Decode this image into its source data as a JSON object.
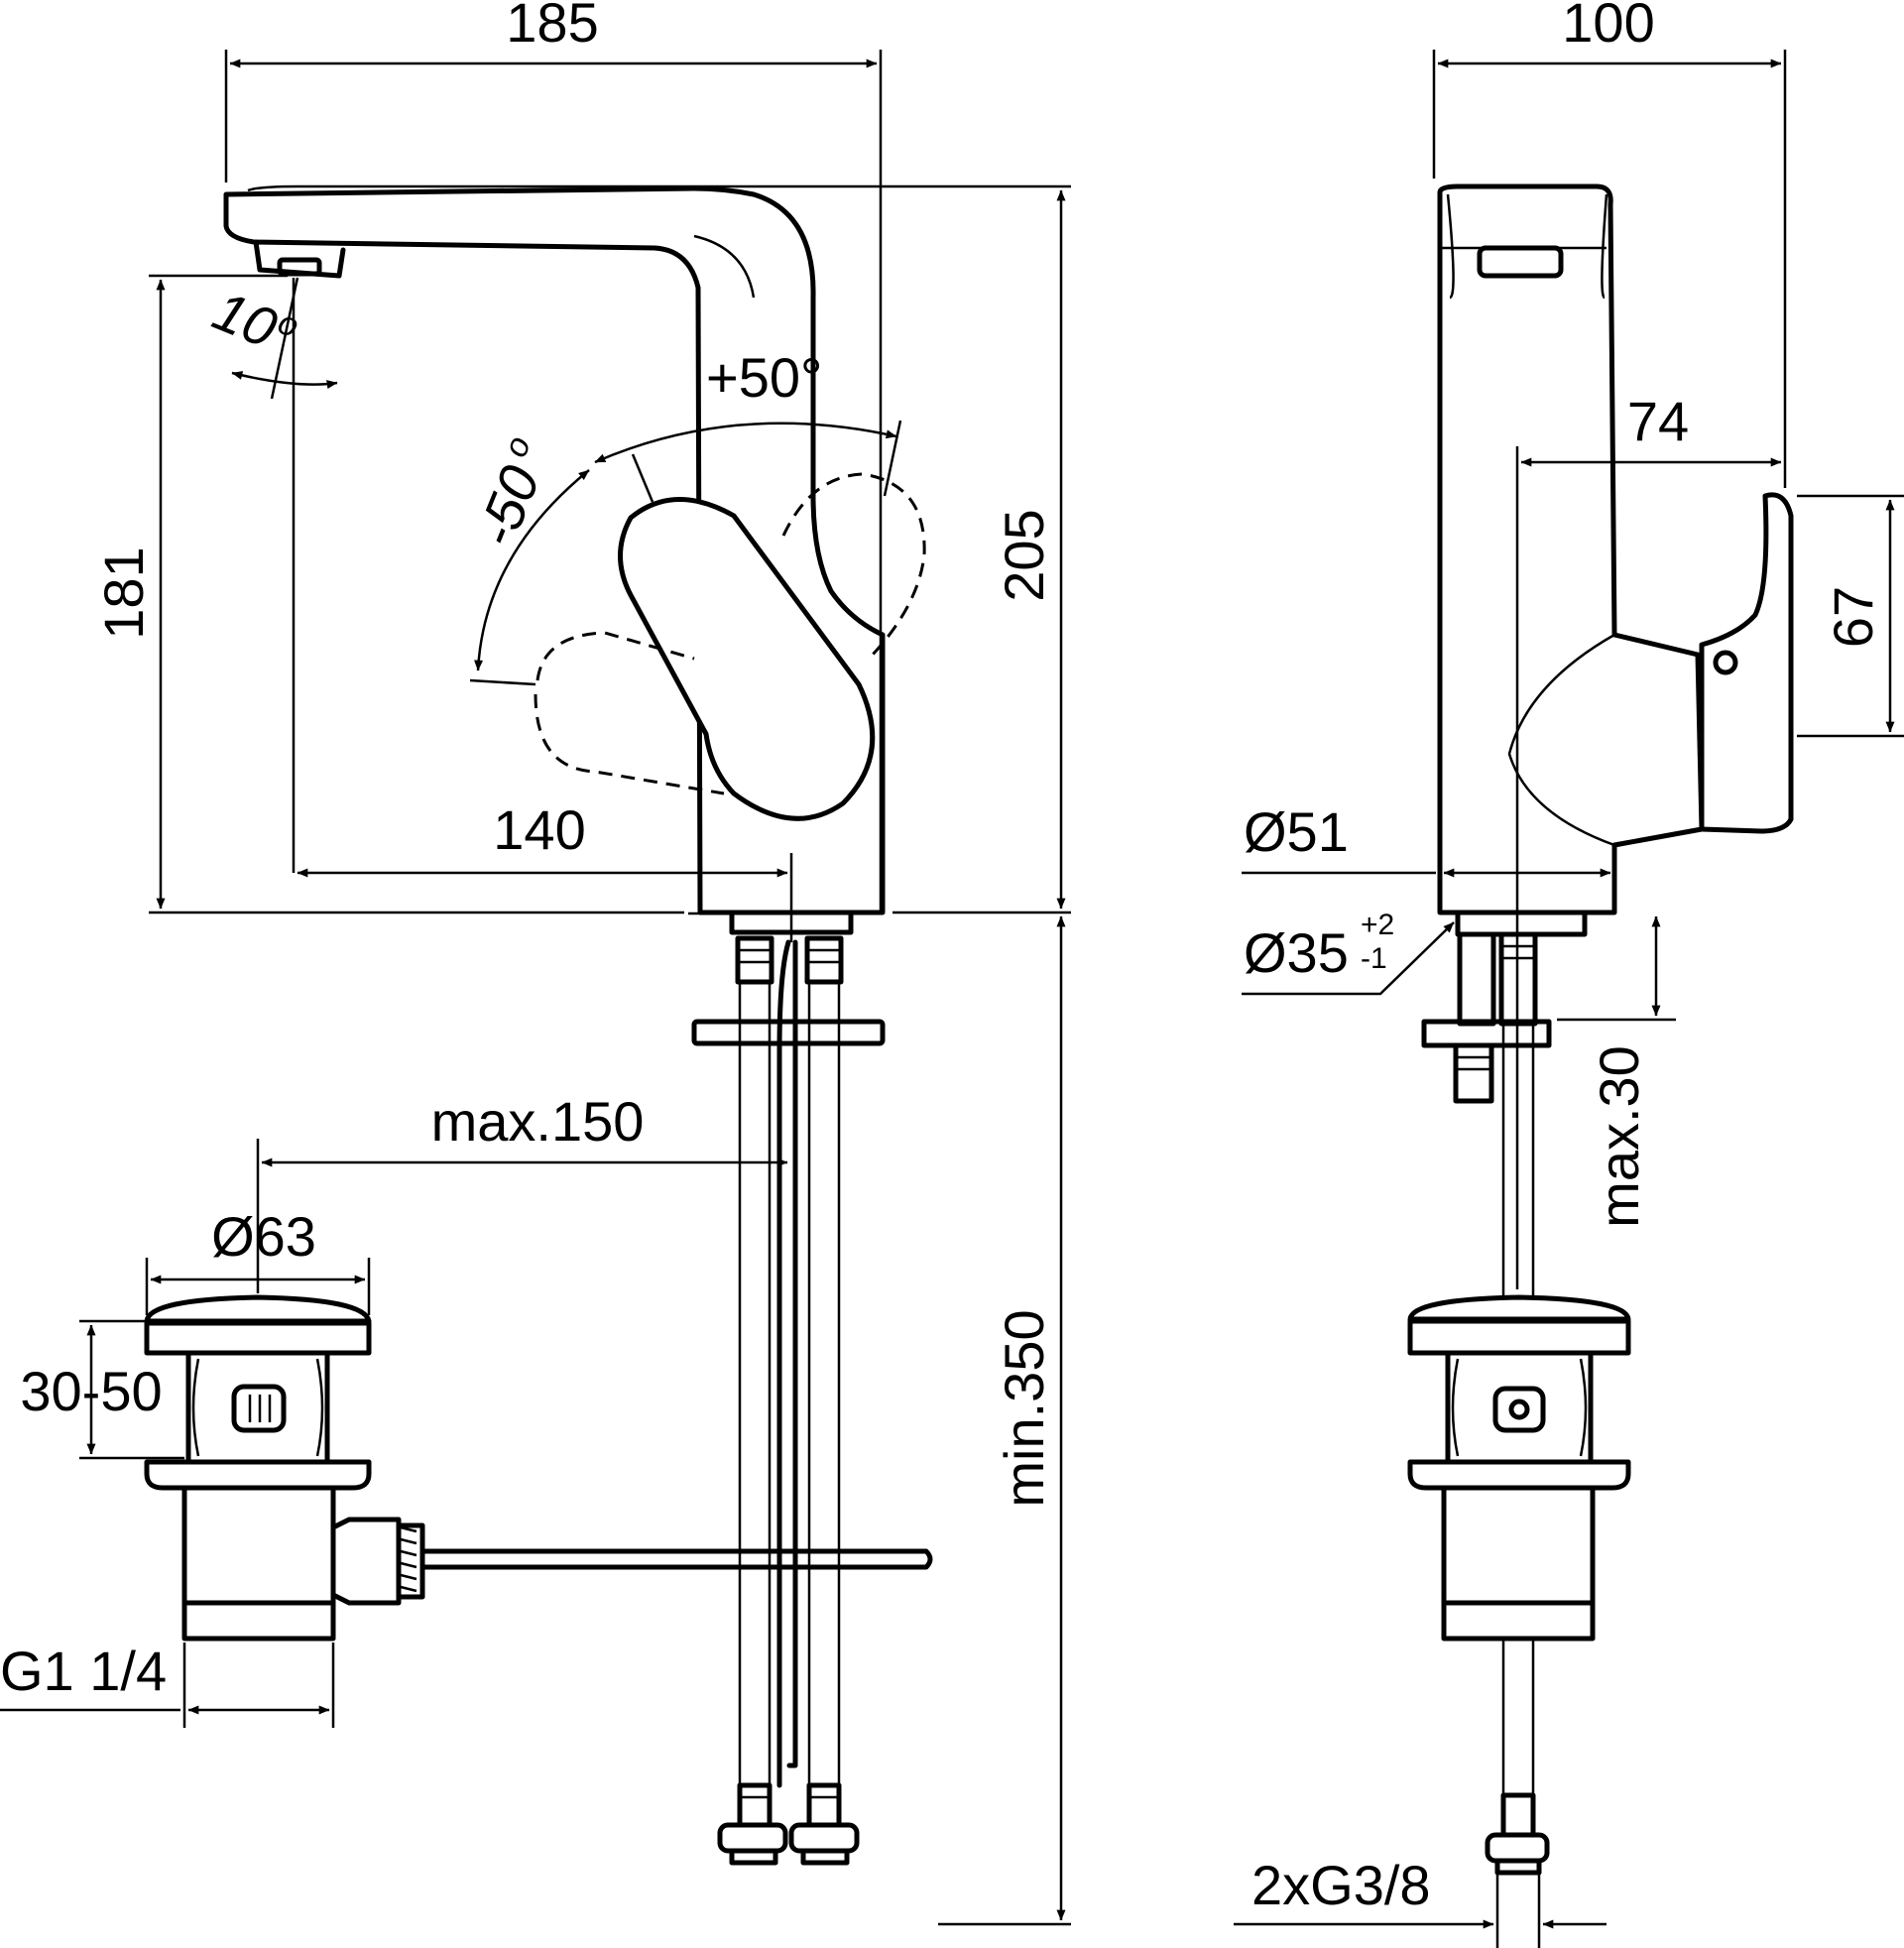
{
  "dimensions": {
    "spout_reach": "185",
    "side_width": "100",
    "spout_height": "181",
    "total_height": "205",
    "outlet_angle": "10",
    "degree_mark": "o",
    "lever_plus": "+50°",
    "lever_minus": "-50",
    "spout_projection": "140",
    "side_depth": "74",
    "lever_height": "67",
    "base_diameter": "Ø51",
    "hole_diameter": "Ø35",
    "hole_tol_plus": "+2",
    "hole_tol_minus": "-1",
    "max_deck": "max.30",
    "max_rod": "max.150",
    "waste_diameter": "Ø63",
    "waste_range": "30-50",
    "waste_thread": "G1 1/4",
    "hose_min": "min.350",
    "hose_thread": "2xG3/8"
  }
}
